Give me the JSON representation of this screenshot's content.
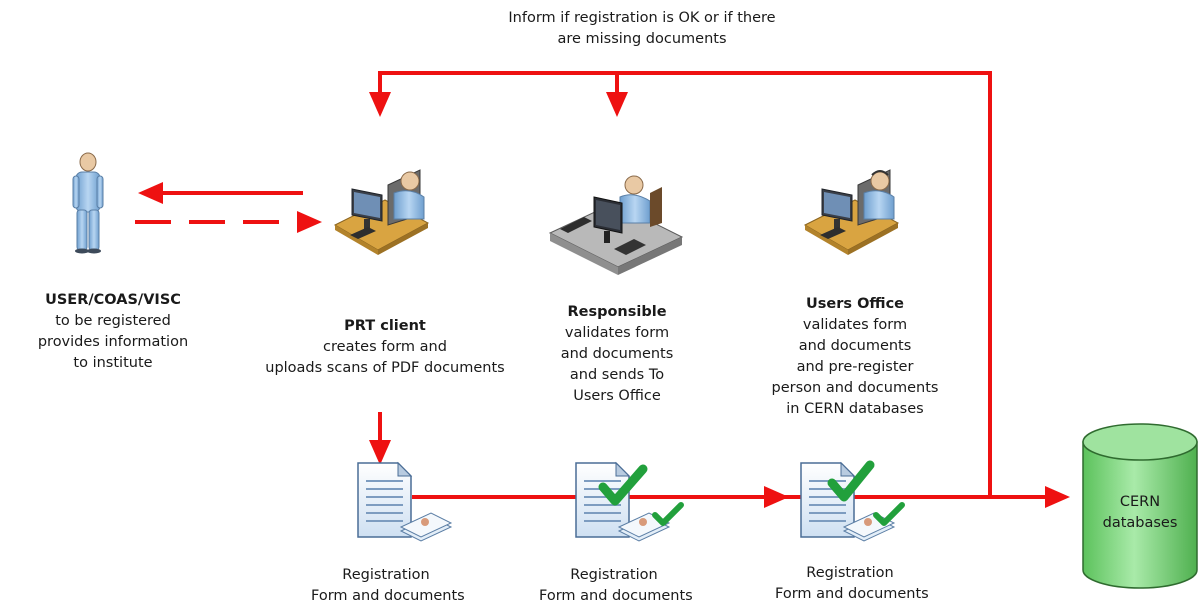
{
  "top_note": {
    "line1": "Inform if registration is OK or if there",
    "line2": "are missing documents"
  },
  "actors": {
    "user": {
      "title": "USER/COAS/VISC",
      "lines": [
        "to be registered",
        "provides information",
        "to institute"
      ]
    },
    "prt": {
      "title": "PRT client",
      "lines": [
        "creates form and",
        "uploads scans of PDF documents"
      ]
    },
    "responsible": {
      "title": "Responsible",
      "lines": [
        "validates form",
        "and documents",
        "and sends To",
        "Users Office"
      ]
    },
    "users_office": {
      "title": "Users Office",
      "lines": [
        "validates form",
        "and documents",
        "and pre-register",
        "person and documents",
        "in CERN databases"
      ]
    }
  },
  "documents": [
    {
      "line1": "Registration",
      "line2": "Form and documents"
    },
    {
      "line1": "Registration",
      "line2": "Form and documents"
    },
    {
      "line1": "Registration",
      "line2": "Form and documents"
    }
  ],
  "database": {
    "line1": "CERN",
    "line2": "databases"
  },
  "colors": {
    "arrow": "#ee1111",
    "db_fill": "#7ed87e",
    "person": "#9cc3e6",
    "check": "#22a03c"
  }
}
